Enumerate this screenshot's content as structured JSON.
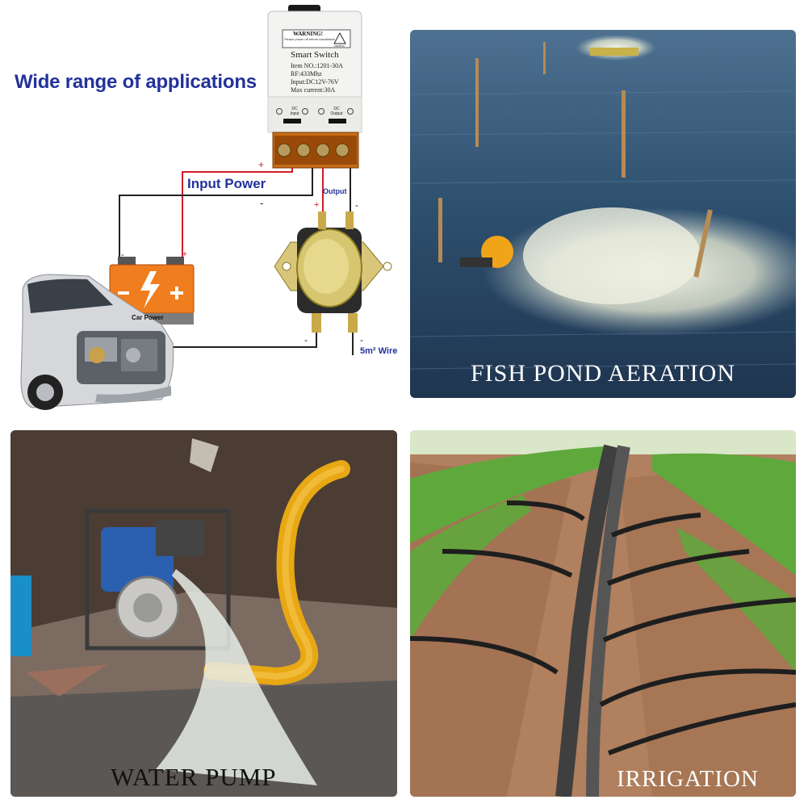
{
  "headline": "Wide range of applications",
  "device": {
    "warning_title": "WARNING!",
    "warning_text": "Please power off before installation!",
    "caution_label": "caution",
    "product_name": "Smart Switch",
    "item_no": "Item NO.:1201-30A",
    "rf": "RF:433Mhz",
    "input_spec": "Input:DC12V-76V",
    "max_current": "Max current:30A",
    "dc_input_label": "DC Input",
    "dc_output_label": "DC Output"
  },
  "wiring": {
    "input_power": "Input Power",
    "output": "Output",
    "wire": "5m² Wire",
    "plus": "+",
    "minus": "-"
  },
  "battery": {
    "label": "Car Power"
  },
  "panels": {
    "fish_pond": "FISH POND AERATION",
    "water_pump": "WATER PUMP",
    "irrigation": "IRRIGATION"
  },
  "colors": {
    "headline": "#23329a",
    "positive_wire": "#d01c2a",
    "negative_wire": "#222222",
    "battery_orange": "#f07d1e"
  }
}
